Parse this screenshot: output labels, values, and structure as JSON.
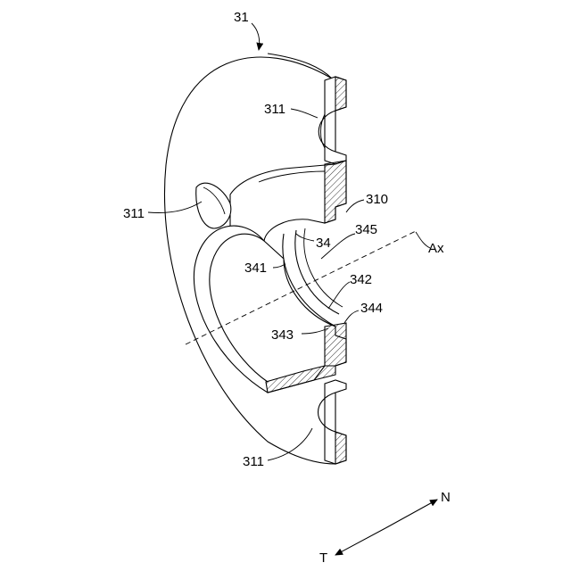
{
  "figure": {
    "labels": {
      "part": "31",
      "recess_top": "311",
      "recess_left": "311",
      "recess_bottom": "311",
      "flange": "310",
      "part_34": "34",
      "part_345": "345",
      "axis": "Ax",
      "part_341": "341",
      "part_342": "342",
      "part_344": "344",
      "part_343": "343",
      "dir_n": "N",
      "dir_t": "T"
    }
  }
}
